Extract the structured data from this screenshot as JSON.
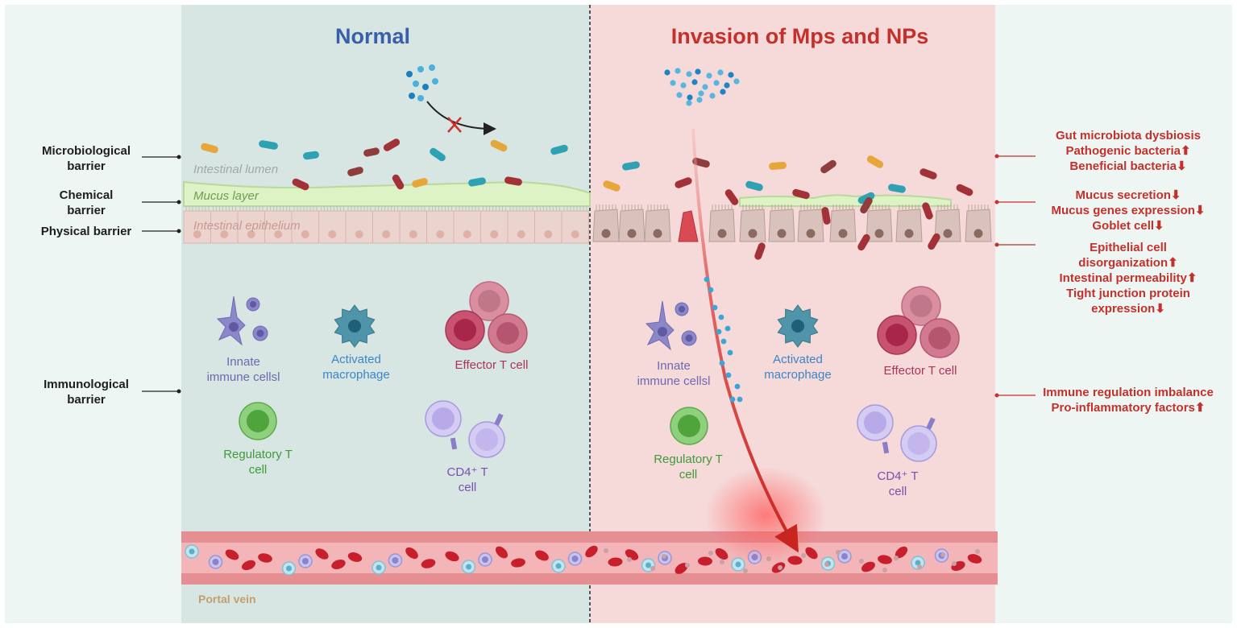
{
  "panels": {
    "normal_title": "Normal",
    "invasion_title": "Invasion of Mps and NPs"
  },
  "layers": {
    "lumen": "Intestinal lumen",
    "mucus": "Mucus layer",
    "epithelium": "Intestinal epithelium",
    "portal_vein": "Portal vein"
  },
  "barriers": {
    "microbiological": [
      "Microbiological",
      "barrier"
    ],
    "chemical": [
      "Chemical",
      "barrier"
    ],
    "physical": "Physical barrier",
    "immunological": [
      "Immunological",
      "barrier"
    ]
  },
  "cells": {
    "innate": [
      "Innate",
      "immune cellsl"
    ],
    "macrophage": [
      "Activated",
      "macrophage"
    ],
    "effector": "Effector T cell",
    "regulatory": [
      "Regulatory T",
      "cell"
    ],
    "cd4": [
      "CD4⁺ T",
      "cell"
    ]
  },
  "effects": {
    "microbiota": [
      "Gut microbiota dysbiosis",
      "Pathogenic bacteria⬆",
      "Beneficial bacteria⬇"
    ],
    "mucus": [
      "Mucus secretion⬇",
      "Mucus genes expression⬇",
      "Goblet cell⬇"
    ],
    "epithelium": [
      "Epithelial cell",
      "disorganization⬆",
      "Intestinal permeability⬆",
      "Tight junction protein",
      "expression⬇"
    ],
    "immune": [
      "Immune regulation imbalance",
      "Pro-inflammatory factors⬆"
    ]
  },
  "colors": {
    "normal_bg": "#d7e6e2",
    "invasion_bg": "#f6d9d9",
    "title_normal": "#3a5faa",
    "title_invasion": "#c4302b",
    "effect_text": "#c4302b"
  }
}
